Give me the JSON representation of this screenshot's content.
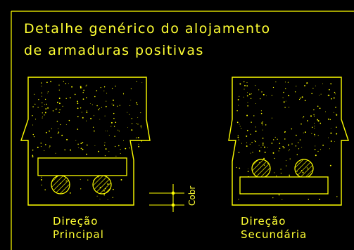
{
  "title_lines": [
    "Detalhe genérico do alojamento",
    "de armaduras positivas"
  ],
  "left_label": [
    "Direção",
    "Principal"
  ],
  "right_label": [
    "Direção",
    "Secundária"
  ],
  "cover_label": "Cobr",
  "colors": {
    "background": "#000000",
    "line": "#ffff00",
    "text": "#ffff33",
    "hatch": "#ffff00"
  }
}
